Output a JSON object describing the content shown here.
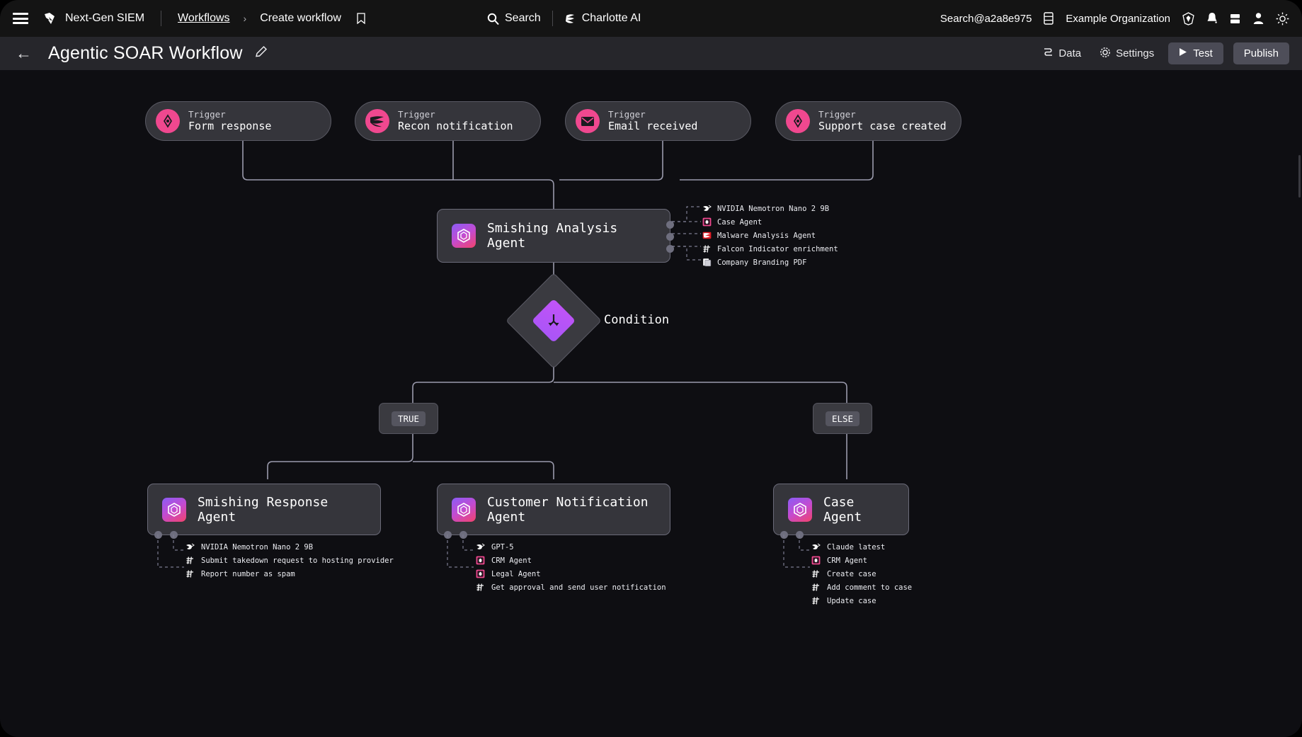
{
  "topbar": {
    "menu_icon": "hamburger-icon",
    "brand_icon": "falcon-logo-icon",
    "brand": "Next-Gen SIEM",
    "breadcrumb_link": "Workflows",
    "breadcrumb_sep": "›",
    "breadcrumb_current": "Create workflow",
    "bookmark_icon": "bookmark-icon",
    "search_label": "Search",
    "search_icon": "search-icon",
    "charlotte_label": "Charlotte AI",
    "charlotte_icon": "charlotte-ai-icon",
    "user_account": "Search@a2a8e975",
    "server_icon": "server-icon",
    "organization": "Example Organization",
    "shield_icon": "shield-icon",
    "bell_icon": "bell-icon",
    "layers_icon": "layers-icon",
    "profile_icon": "profile-icon",
    "theme_icon": "brightness-icon"
  },
  "subbar": {
    "back_icon": "back-arrow-icon",
    "title": "Agentic SOAR Workflow",
    "edit_icon": "pencil-icon",
    "data_label": "Data",
    "data_icon": "data-icon",
    "settings_label": "Settings",
    "settings_icon": "gear-icon",
    "test_label": "Test",
    "test_icon": "play-icon",
    "publish_label": "Publish"
  },
  "colors": {
    "accent_pink": "#f0488f",
    "accent_purple": "#a855f7",
    "node_bg": "#35353b",
    "canvas_bg": "#0e0e12"
  },
  "canvas": {
    "triggers": [
      {
        "kind": "Trigger",
        "name": "Form response",
        "icon": "workflow-trigger-icon"
      },
      {
        "kind": "Trigger",
        "name": "Recon notification",
        "icon": "falcon-bird-icon"
      },
      {
        "kind": "Trigger",
        "name": "Email received",
        "icon": "email-icon"
      },
      {
        "kind": "Trigger",
        "name": "Support case created",
        "icon": "workflow-trigger-icon"
      }
    ],
    "analysis_agent": {
      "label": "Smishing Analysis Agent",
      "icon": "agent-cube-icon",
      "attachments": [
        {
          "label": "NVIDIA Nemotron Nano 2 9B",
          "icon": "nvidia-icon"
        },
        {
          "label": "Case Agent",
          "icon": "case-agent-icon"
        },
        {
          "label": "Malware Analysis Agent",
          "icon": "malware-agent-icon"
        },
        {
          "label": "Falcon Indicator enrichment",
          "icon": "action-icon"
        },
        {
          "label": "Company Branding PDF",
          "icon": "document-icon"
        }
      ]
    },
    "condition": {
      "label": "Condition",
      "icon": "branch-icon",
      "true_label": "TRUE",
      "else_label": "ELSE"
    },
    "branch_agents": [
      {
        "label": "Smishing Response Agent",
        "icon": "agent-cube-icon",
        "items": [
          {
            "label": "NVIDIA Nemotron Nano 2 9B",
            "icon": "nvidia-icon"
          },
          {
            "label": "Submit takedown request to hosting provider",
            "icon": "action-icon"
          },
          {
            "label": "Report number as spam",
            "icon": "action-icon"
          }
        ]
      },
      {
        "label": "Customer Notification Agent",
        "icon": "agent-cube-icon",
        "items": [
          {
            "label": "GPT-5",
            "icon": "nvidia-icon"
          },
          {
            "label": "CRM Agent",
            "icon": "case-agent-icon"
          },
          {
            "label": "Legal Agent",
            "icon": "case-agent-icon"
          },
          {
            "label": "Get approval and send user notification",
            "icon": "action-icon"
          }
        ]
      },
      {
        "label": "Case Agent",
        "icon": "agent-cube-icon",
        "items": [
          {
            "label": "Claude latest",
            "icon": "nvidia-icon"
          },
          {
            "label": "CRM Agent",
            "icon": "case-agent-icon"
          },
          {
            "label": "Create case",
            "icon": "action-icon"
          },
          {
            "label": "Add comment to case",
            "icon": "action-icon"
          },
          {
            "label": "Update case",
            "icon": "action-icon"
          }
        ]
      }
    ]
  }
}
